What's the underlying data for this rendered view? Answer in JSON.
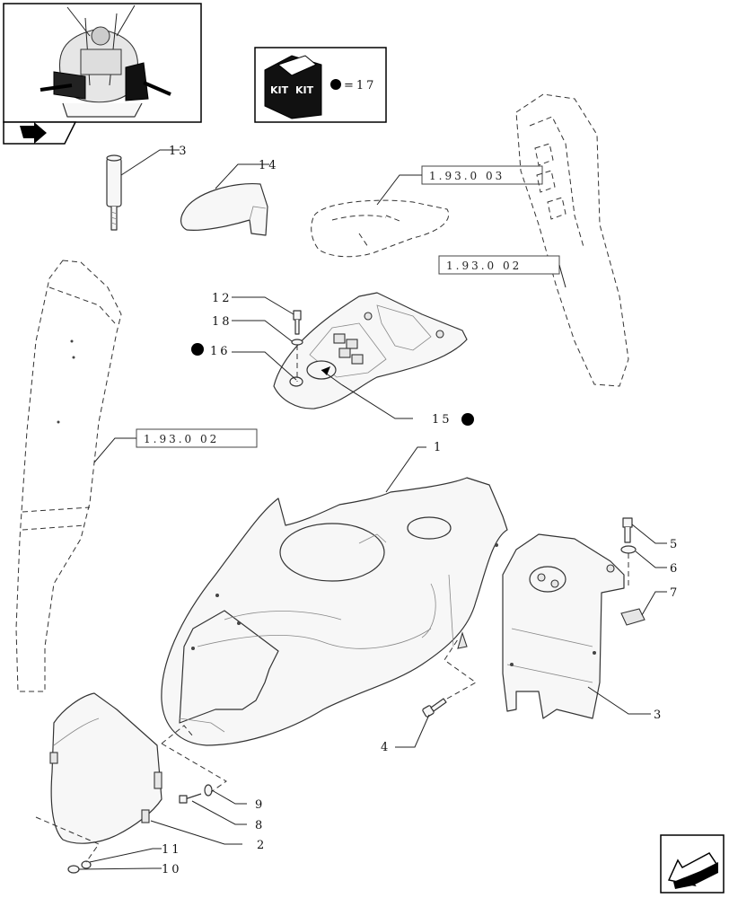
{
  "references": {
    "r1": "1.93.0 03",
    "r2": "1.93.0 02",
    "r3": "1.93.0 02"
  },
  "kit": {
    "label_left": "KIT",
    "label_right": "KIT",
    "equals": "=17"
  },
  "callouts": {
    "c1": "1",
    "c2": "2",
    "c3": "3",
    "c4": "4",
    "c5": "5",
    "c6": "6",
    "c7": "7",
    "c8": "8",
    "c9": "9",
    "c10": "10",
    "c11": "11",
    "c12": "12",
    "c13": "13",
    "c14": "14",
    "c15": "15",
    "c16": "16",
    "c18": "18"
  },
  "icons": {
    "thumbnail": "tractor-cab-thumbnail",
    "nav_back": "back-arrow-icon",
    "nav_next": "next-arrow-icon",
    "kit_marker": "filled-dot-marker"
  }
}
